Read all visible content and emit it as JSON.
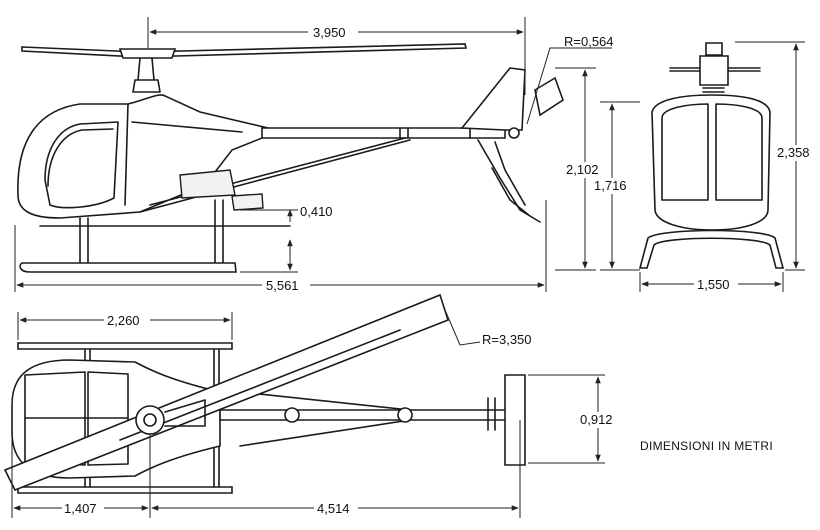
{
  "dimensions": {
    "rotor_span_side": "3,950",
    "tail_rotor_radius": "R=0,564",
    "height_tail": "2,102",
    "height_hub_front": "1,716",
    "height_total_front": "2,358",
    "skid_clearance": "0,410",
    "length_total": "5,561",
    "skid_width": "1,550",
    "skid_length_top": "2,260",
    "main_rotor_radius": "R=3,350",
    "tail_span_top": "0,912",
    "nose_to_hub": "1,407",
    "hub_to_tail": "4,514"
  },
  "note": "DIMENSIONI IN METRI"
}
